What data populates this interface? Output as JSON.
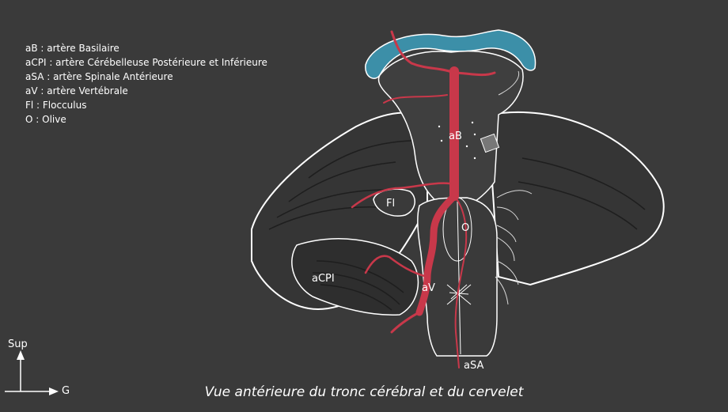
{
  "legend": {
    "items": [
      "aB : artère Basilaire",
      "aCPI : artère Cérébelleuse Postérieure et Inférieure",
      "aSA : artère Spinale Antérieure",
      "aV : artère Vertébrale",
      "Fl : Flocculus",
      "O : Olive"
    ]
  },
  "labels": {
    "aB": "aB",
    "Fl": "Fl",
    "O": "O",
    "aCPI": "aCPI",
    "aV": "aV",
    "aSA": "aSA"
  },
  "orientation": {
    "up": "Sup",
    "right": "G"
  },
  "caption": "Vue antérieure du tronc cérébral et du cervelet",
  "colors": {
    "background": "#3a3a3a",
    "artery": "#c8384a",
    "pons_band": "#3c8fa8",
    "outline": "#ffffff"
  }
}
